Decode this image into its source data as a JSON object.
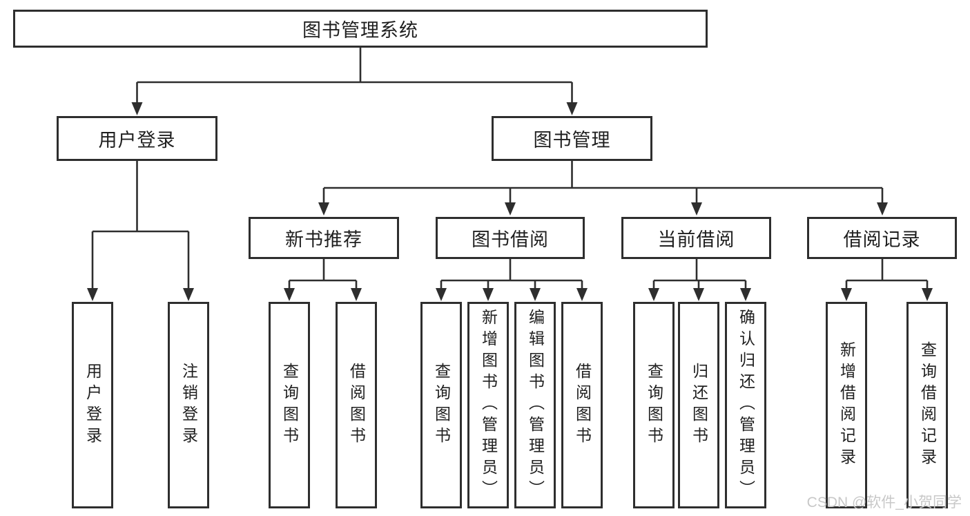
{
  "tree": {
    "label": "图书管理系统",
    "children": [
      {
        "label": "用户登录",
        "children": [
          {
            "label": "用户登录"
          },
          {
            "label": "注销登录"
          }
        ]
      },
      {
        "label": "图书管理",
        "children": [
          {
            "label": "新书推荐",
            "children": [
              {
                "label": "查询图书"
              },
              {
                "label": "借阅图书"
              }
            ]
          },
          {
            "label": "图书借阅",
            "children": [
              {
                "label": "查询图书"
              },
              {
                "label": "新增图书（管理员）"
              },
              {
                "label": "编辑图书（管理员）"
              },
              {
                "label": "借阅图书"
              }
            ]
          },
          {
            "label": "当前借阅",
            "children": [
              {
                "label": "查询图书"
              },
              {
                "label": "归还图书"
              },
              {
                "label": "确认归还（管理员）"
              }
            ]
          },
          {
            "label": "借阅记录",
            "children": [
              {
                "label": "新增借阅记录"
              },
              {
                "label": "查询借阅记录"
              }
            ]
          }
        ]
      }
    ]
  },
  "watermark": "CSDN @软件_小贺同学",
  "colors": {
    "line": "#2e2e2e",
    "text": "#1f1f1f",
    "background": "#ffffff",
    "watermark": "#c8c8c8"
  }
}
